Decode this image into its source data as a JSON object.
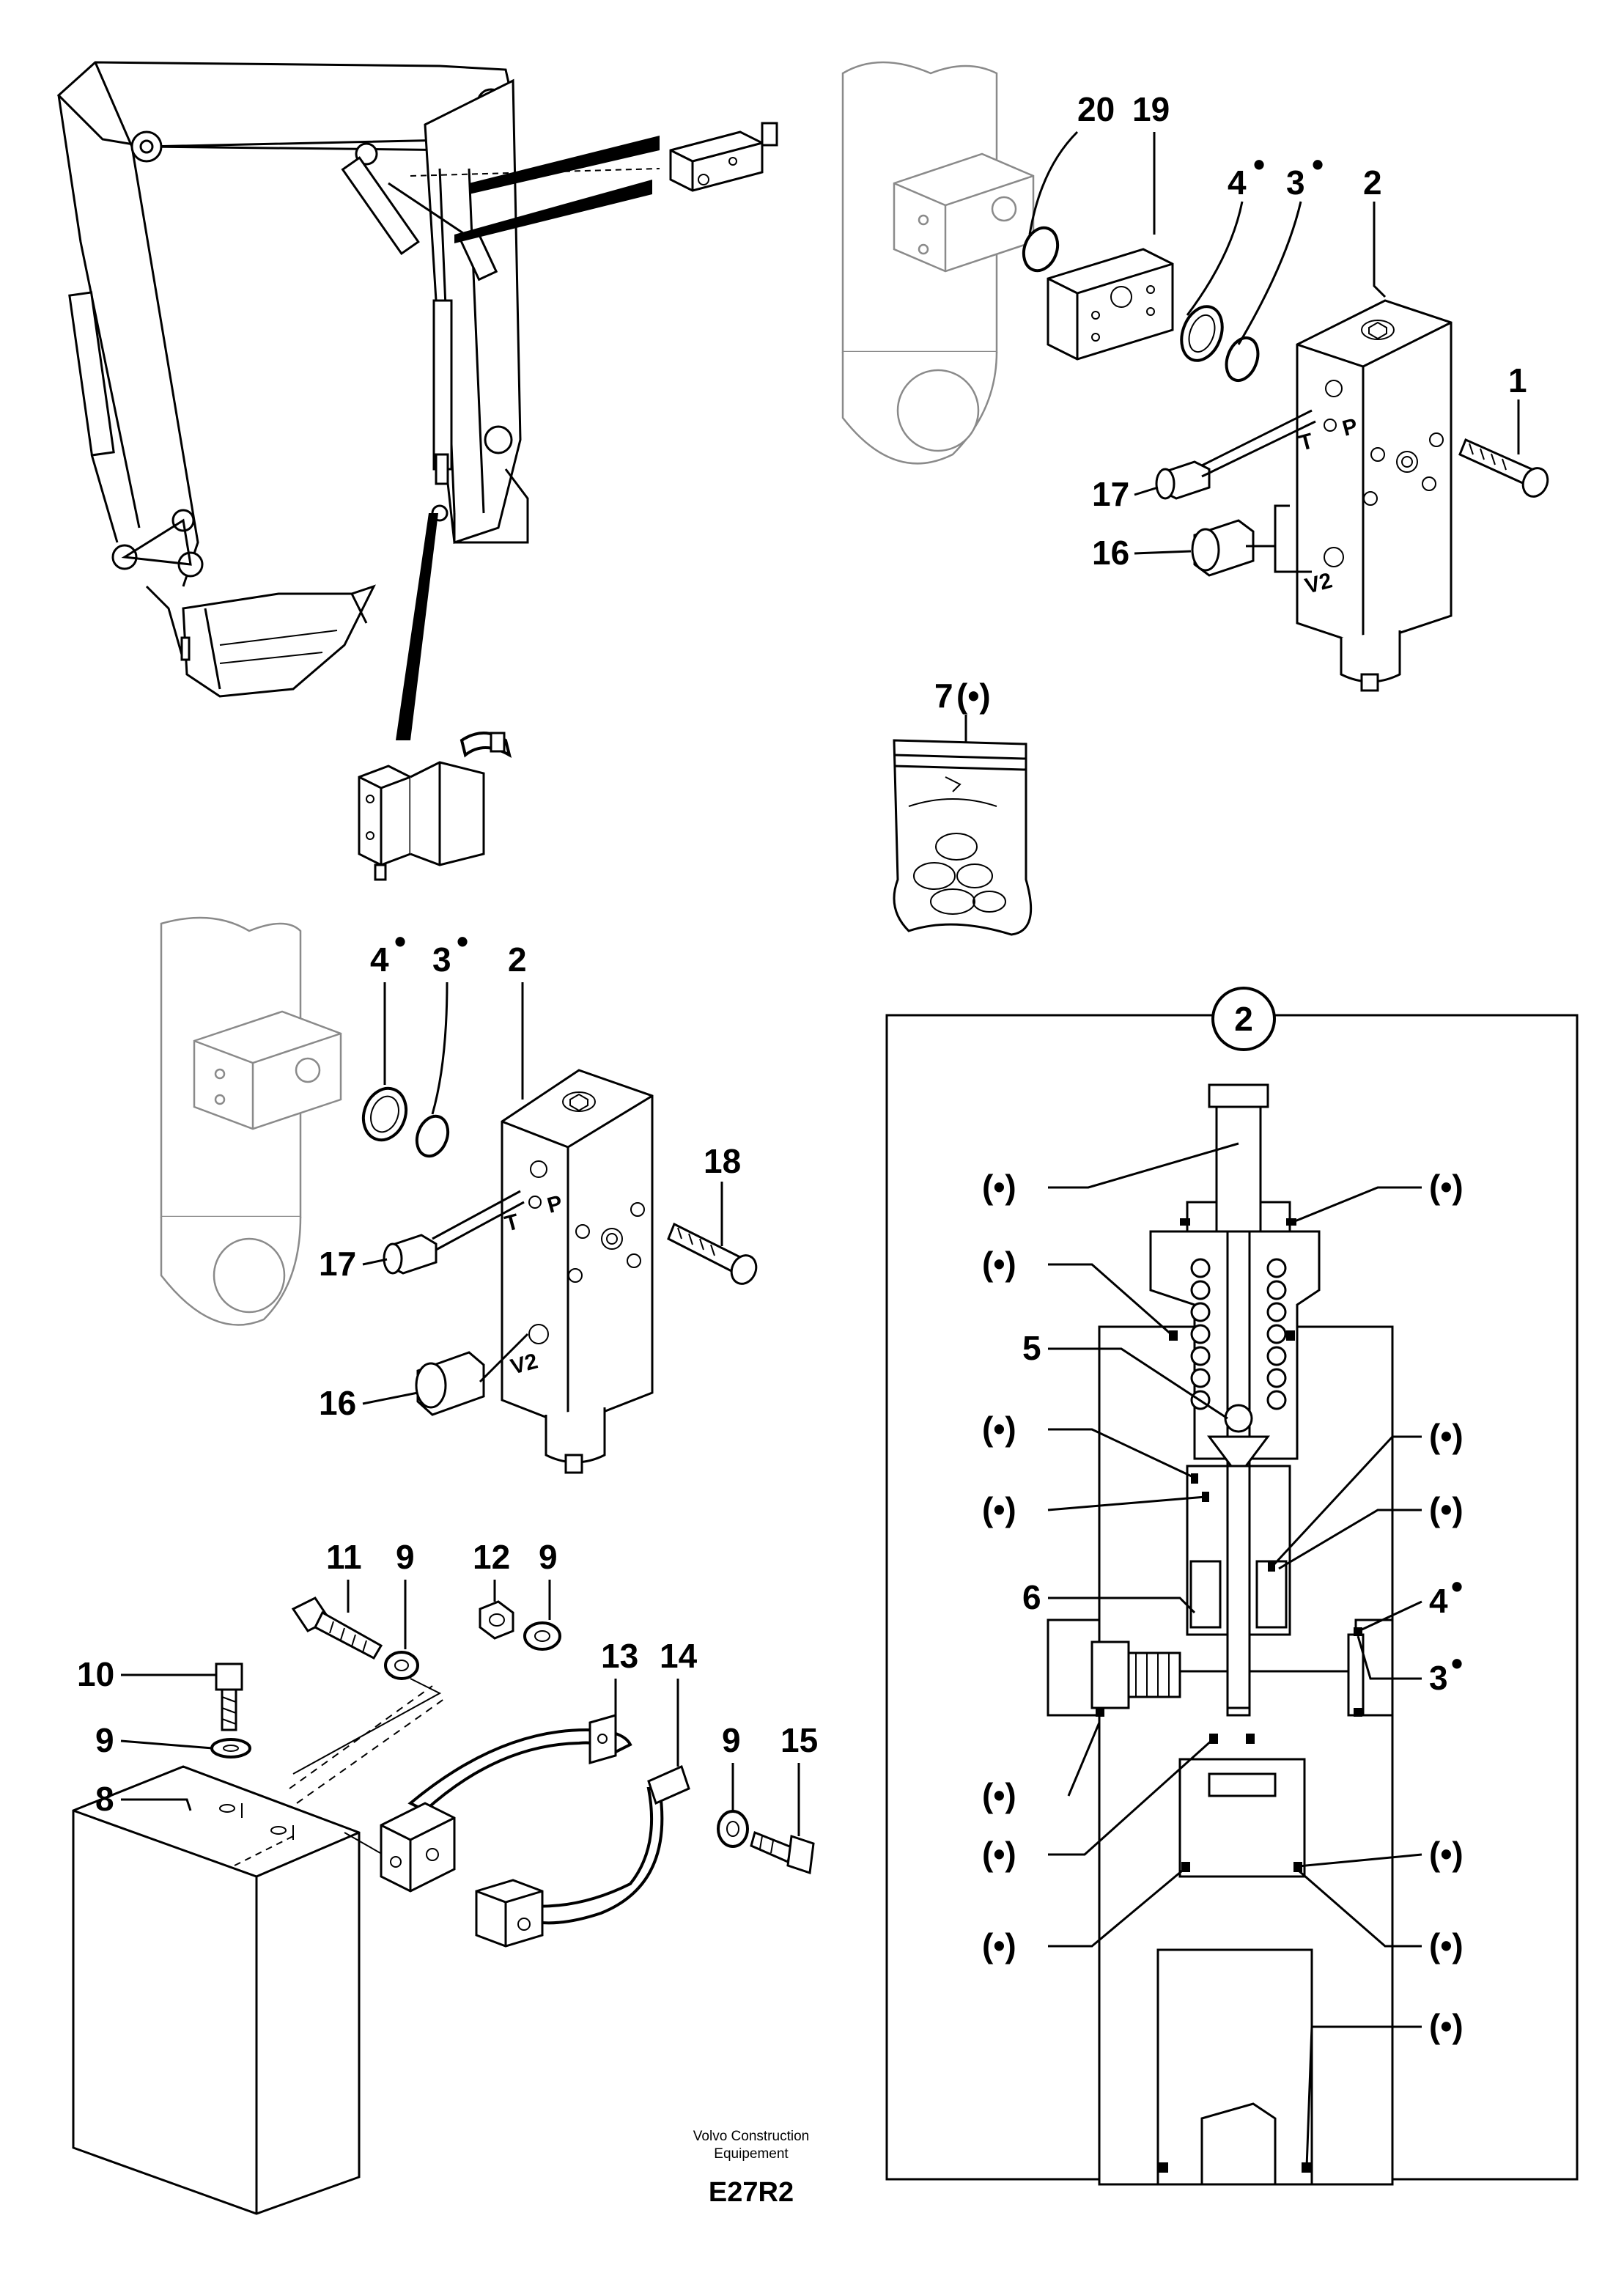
{
  "labels": {
    "n1": "1",
    "n2": "2",
    "n3": "3",
    "n4": "4",
    "n5": "5",
    "n6": "6",
    "n7": "7",
    "n8": "8",
    "n9": "9",
    "n10": "10",
    "n11": "11",
    "n12": "12",
    "n13": "13",
    "n14": "14",
    "n15": "15",
    "n16": "16",
    "n17": "17",
    "n18": "18",
    "n19": "19",
    "n20": "20",
    "kit_mark": "(•)",
    "seal_mark": "•",
    "port_p": "P",
    "port_t": "T",
    "port_v2": "V2"
  },
  "detail": {
    "callout": "2"
  },
  "footer": {
    "brand_line1": "Volvo Construction",
    "brand_line2": "Equipement",
    "code": "E27R2"
  }
}
